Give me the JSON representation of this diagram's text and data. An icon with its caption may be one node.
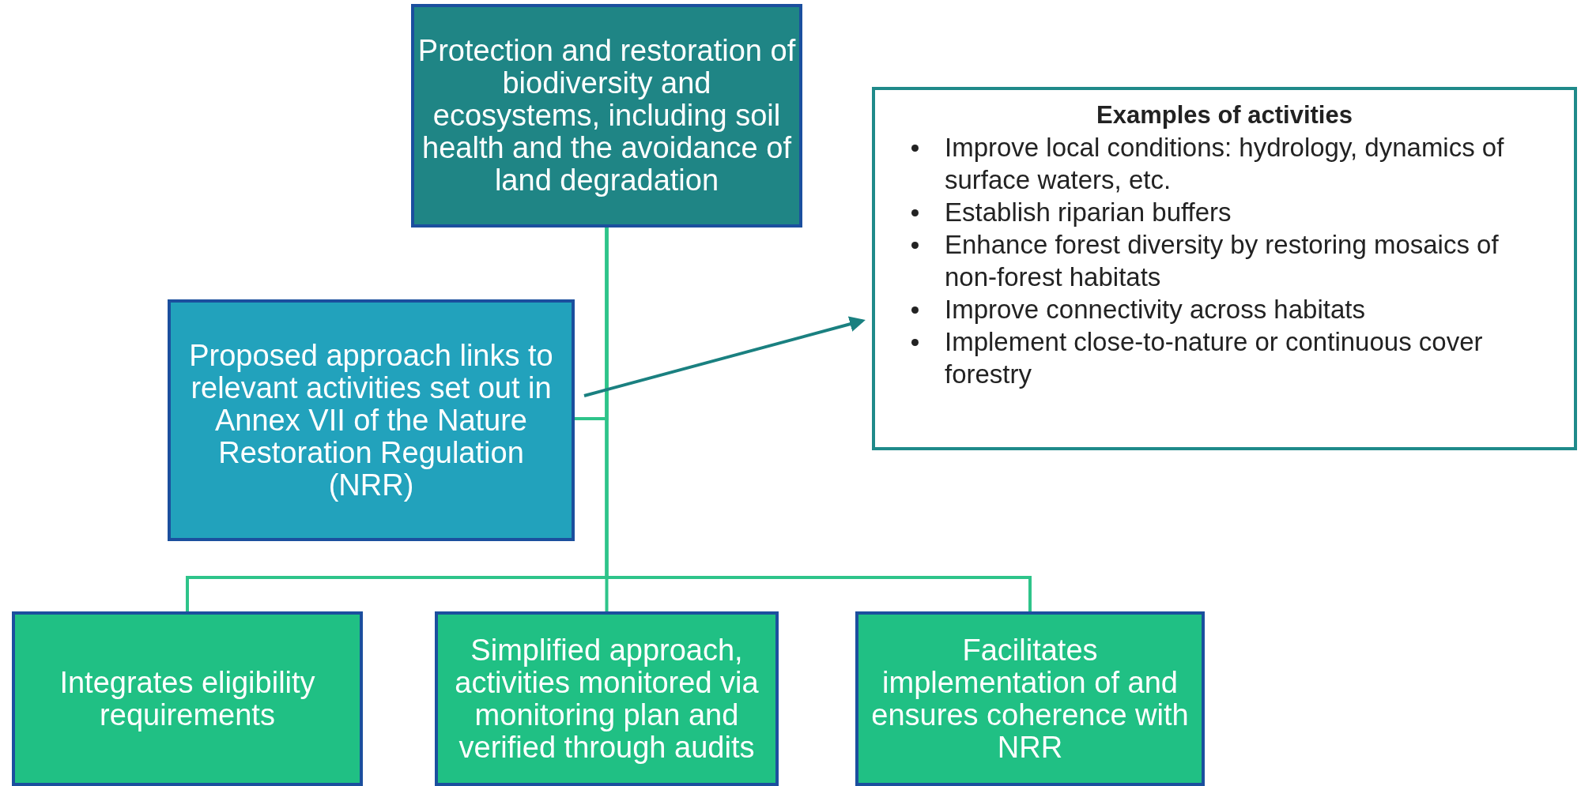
{
  "diagram": {
    "nodes": [
      {
        "text": [
          "Protection and restoration of biodiversity and ecosystems, including soil health and the avoidance of land degradation"
        ]
      },
      {
        "text": [
          "Proposed approach links to relevant activities set out in Annex VII of the Nature Restoration Regulation (NRR)"
        ]
      },
      {
        "text": [
          "Examples of activities",
          "Improve local conditions: hydrology, dynamics of surface waters, etc.",
          "Establish riparian buffers",
          "Enhance forest diversity by restoring mosaics of non-forest habitats",
          "Improve connectivity across habitats",
          "Implement close-to-nature or continuous cover forestry"
        ]
      },
      {
        "text": [
          "Integrates eligibility requirements"
        ]
      },
      {
        "text": [
          "Simplified approach, activities monitored via monitoring plan and verified through audits"
        ]
      },
      {
        "text": [
          "Facilitates implementation of and ensures coherence with NRR"
        ]
      }
    ],
    "edges": [
      {
        "from": 0,
        "to": 1,
        "arrow": "none"
      },
      {
        "from": 0,
        "to": 3,
        "arrow": "none"
      },
      {
        "from": 0,
        "to": 4,
        "arrow": "none"
      },
      {
        "from": 0,
        "to": 5,
        "arrow": "none"
      },
      {
        "from": 1,
        "to": 2,
        "arrow": "to",
        "color": "#1a8080"
      }
    ]
  }
}
